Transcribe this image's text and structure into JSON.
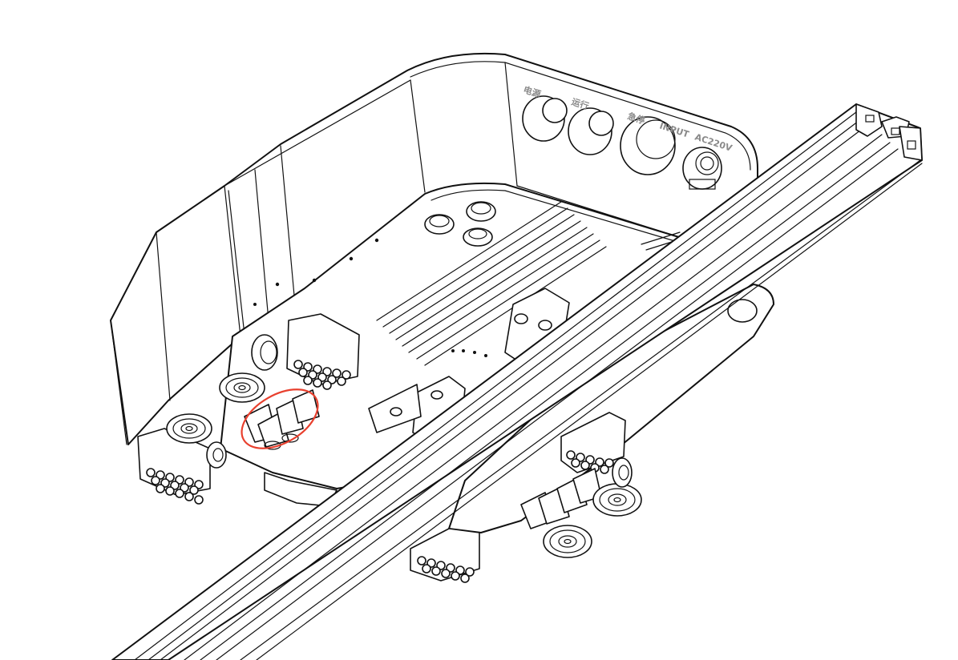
{
  "panel": {
    "labels": [
      "电源",
      "运行",
      "急停",
      "INPUT",
      "AC220V"
    ]
  },
  "highlight": {
    "color": "#e8402e",
    "target": "roller-group"
  },
  "colors": {
    "line": "#111111",
    "label": "#8a8a8a",
    "background": "#ffffff"
  }
}
